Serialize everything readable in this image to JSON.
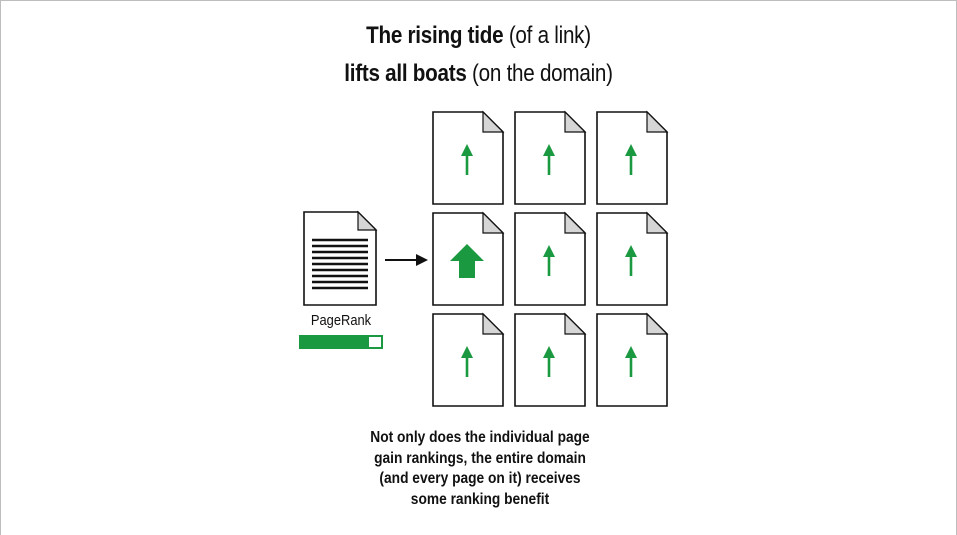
{
  "title": {
    "line1_bold": "The rising tide",
    "line1_normal": "(of a link)",
    "line2_bold": "lifts all boats",
    "line2_normal": "(on the domain)"
  },
  "source": {
    "label": "PageRank",
    "bar_fill_fraction": 0.85,
    "bar_color": "#1a9940"
  },
  "grid": {
    "rows": 3,
    "cols": 3,
    "highlighted": [
      1,
      0
    ],
    "arrow_color": "#1a9940",
    "icon": "up-arrow-icon"
  },
  "caption": [
    "Not only does the individual page",
    "gain rankings, the entire domain",
    "(and every page on it) receives",
    "some ranking benefit"
  ]
}
